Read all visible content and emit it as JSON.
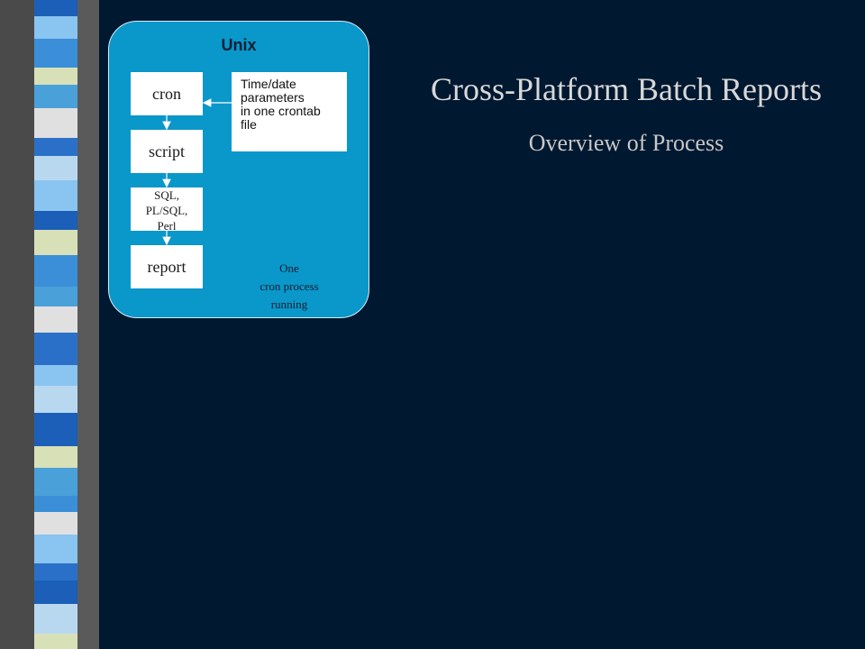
{
  "sidebar": {
    "colors": [
      "#1b5fb8",
      "#3a8fd8",
      "#8ac4f0",
      "#d8e0b8",
      "#4aa0d8",
      "#e0e0e0",
      "#2a70c8",
      "#b8d8f0"
    ]
  },
  "diagram": {
    "panel_title": "Unix",
    "nodes": {
      "cron": "cron",
      "script": "script",
      "sql": [
        "SQL,",
        "PL/SQL,",
        "Perl"
      ],
      "report": "report",
      "params": [
        "Time/date",
        "parameters",
        "in one crontab",
        "file"
      ]
    },
    "note": [
      "One",
      "cron process",
      "running"
    ]
  },
  "title": {
    "main": "Cross-Platform Batch Reports",
    "sub": "Overview of Process"
  }
}
